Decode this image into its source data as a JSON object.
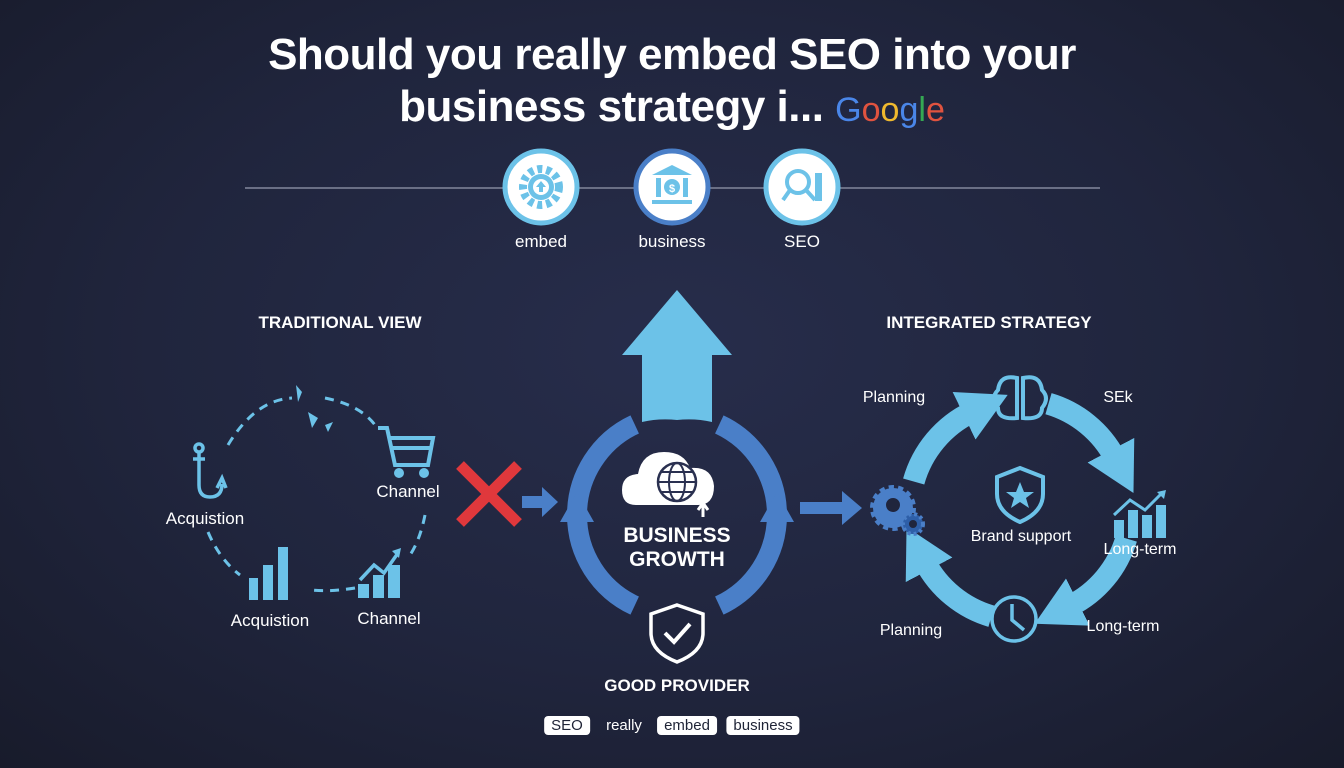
{
  "title": {
    "line1": "Should you really embed SEO into your",
    "line2": "business strategy i...",
    "google": [
      "G",
      "o",
      "o",
      "g",
      "l",
      "e"
    ]
  },
  "top_icons": [
    {
      "label": "embed",
      "icon": "gear-upload-icon"
    },
    {
      "label": "business",
      "icon": "bank-icon"
    },
    {
      "label": "SEO",
      "icon": "magnifier-chart-icon"
    }
  ],
  "traditional": {
    "heading": "TRADITIONAL VIEW",
    "items": [
      {
        "label": "Acquistion",
        "icon": "hook-icon"
      },
      {
        "label": "Channel",
        "icon": "cart-icon"
      },
      {
        "label": "Acquistion",
        "icon": "bar-chart-icon"
      },
      {
        "label": "Channel",
        "icon": "growth-chart-icon"
      }
    ]
  },
  "center": {
    "line1": "BUSINESS",
    "line2": "GROWTH",
    "footer": "GOOD PROVIDER"
  },
  "integrated": {
    "heading": "INTEGRATED STRATEGY",
    "labels": [
      "Planning",
      "SEk",
      "Long-term",
      "Long-term",
      "Planning"
    ],
    "center_label": "Brand support"
  },
  "tags": [
    "SEO",
    "really",
    "embed",
    "business"
  ],
  "colors": {
    "light_blue": "#6cc2e8",
    "mid_blue": "#4a7fc8",
    "red": "#e0383c",
    "background": "#20253d"
  }
}
